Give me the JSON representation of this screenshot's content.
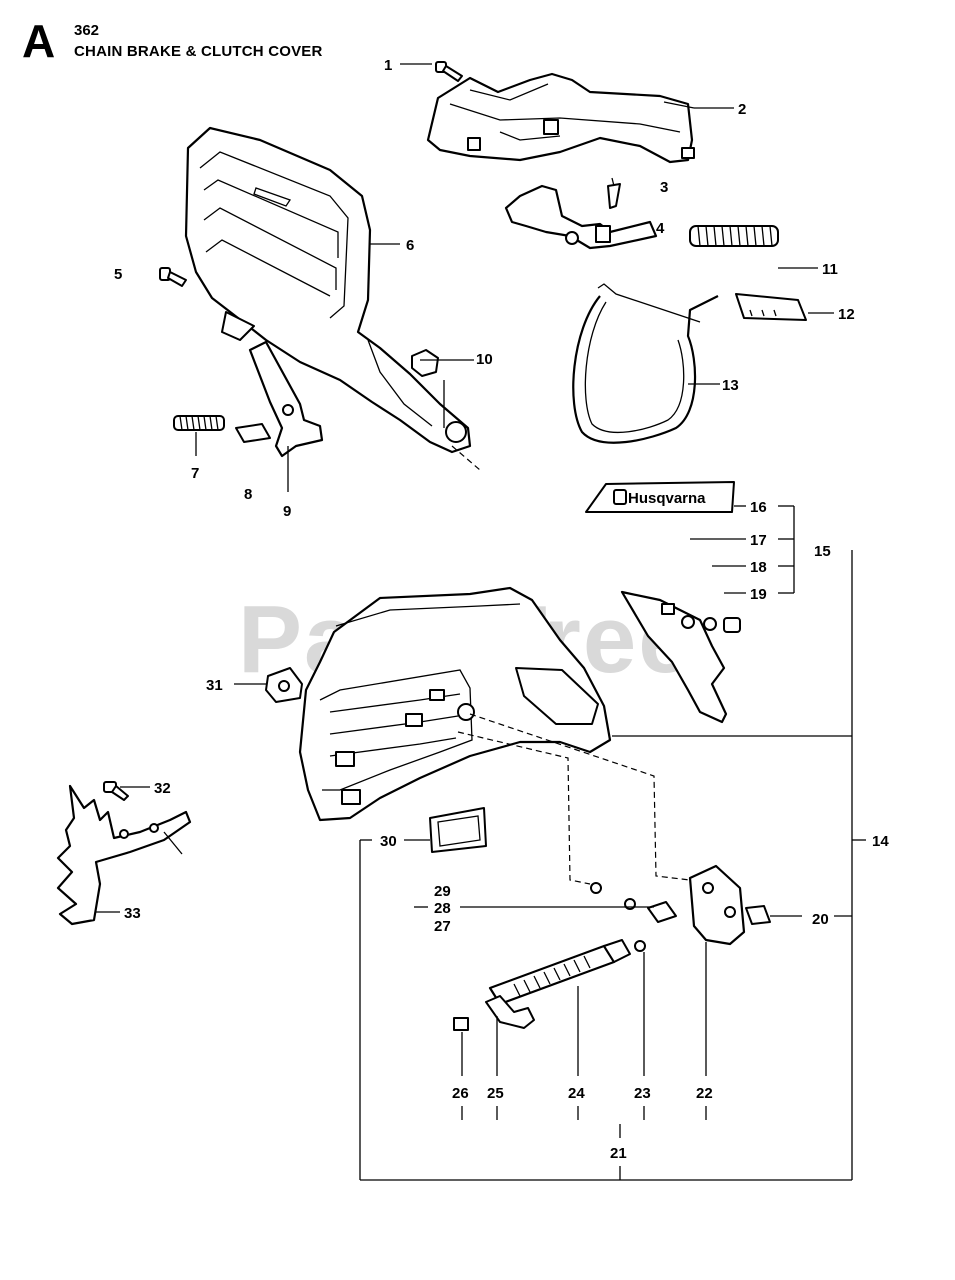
{
  "header": {
    "section_letter": "A",
    "model_code": "362",
    "title": "CHAIN BRAKE & CLUTCH COVER"
  },
  "watermark": "PartsTree",
  "brand_decal_text": "Husqvarna",
  "callouts": [
    "1",
    "2",
    "3",
    "4",
    "5",
    "6",
    "7",
    "8",
    "9",
    "10",
    "11",
    "12",
    "13",
    "14",
    "15",
    "16",
    "17",
    "18",
    "19",
    "20",
    "21",
    "22",
    "23",
    "24",
    "25",
    "26",
    "27",
    "28",
    "29",
    "30",
    "31",
    "32",
    "33"
  ]
}
